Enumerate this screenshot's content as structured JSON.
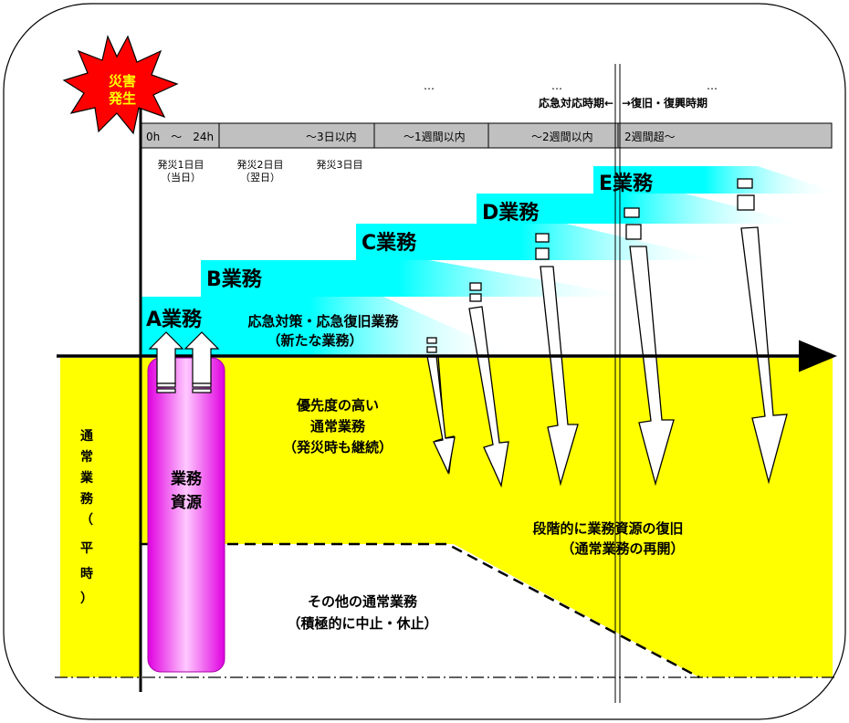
{
  "disaster_badge": {
    "line1": "災害",
    "line2": "発生"
  },
  "phase_labels": {
    "dots": [
      "…",
      "…",
      "…"
    ],
    "emergency": "応急対応時期←",
    "recovery": "→復旧・復興時期"
  },
  "timeline": [
    "0h　〜　24h",
    "〜3日以内",
    "〜1週間以内",
    "〜2週間以内",
    "2週間超〜"
  ],
  "day_labels": [
    {
      "line1": "発災1日目",
      "line2": "（当日）"
    },
    {
      "line1": "発災2日目",
      "line2": "（翌日）"
    },
    {
      "line1": "発災3日目",
      "line2": ""
    }
  ],
  "tasks": [
    "A業務",
    "B業務",
    "C業務",
    "D業務",
    "E業務"
  ],
  "emergency_tasks": {
    "line1": "応急対策・応急復旧業務",
    "line2": "（新たな業務）"
  },
  "priority_ops": {
    "line1": "優先度の高い",
    "line2": "通常業務",
    "line3": "（発災時も継続）"
  },
  "resources": {
    "line1": "業務",
    "line2": "資源"
  },
  "normal_ops_vertical": [
    "通",
    "常",
    "業",
    "務",
    "（",
    "平",
    "時",
    "）"
  ],
  "staged_recovery": {
    "line1": "段階的に業務資源の復旧",
    "line2": "（通常業務の再開）"
  },
  "other_ops": {
    "line1": "その他の通常業務",
    "line2": "（積極的に中止・休止）"
  },
  "colors": {
    "cyan": "#00ffff",
    "yellow": "#ffff00",
    "magenta": "#ff00ff",
    "badge_red": "#ff0000",
    "timeline_gray": "#c0c0c0"
  }
}
